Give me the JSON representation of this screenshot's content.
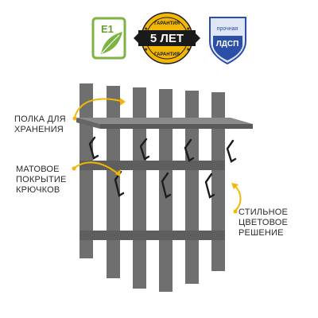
{
  "badges": {
    "e1": {
      "label": "E1",
      "accent": "#7cb342"
    },
    "warranty": {
      "main": "5 ЛЕТ",
      "ribbon_top": "ГАРАНТИЯ",
      "ribbon_bottom": "ГАРАНТИЯ",
      "accent": "#f2b705"
    },
    "ldsp": {
      "top": "прочная",
      "main": "ЛДСП",
      "accent": "#2b4fa8"
    }
  },
  "callouts": {
    "shelf": {
      "line1": "ПОЛКА ДЛЯ",
      "line2": "ХРАНЕНИЯ"
    },
    "hooks": {
      "line1": "МАТОВОЕ",
      "line2": "ПОКРЫТИЕ",
      "line3": "КРЮЧКОВ"
    },
    "color": {
      "line1": "СТИЛЬНОЕ",
      "line2": "ЦВЕТОВОЕ",
      "line3": "РЕШЕНИЕ"
    }
  },
  "colors": {
    "panel": "#707070",
    "panel_dark": "#5a5a5a",
    "hook": "#1c1c1c",
    "arrow": "#f2b705"
  }
}
